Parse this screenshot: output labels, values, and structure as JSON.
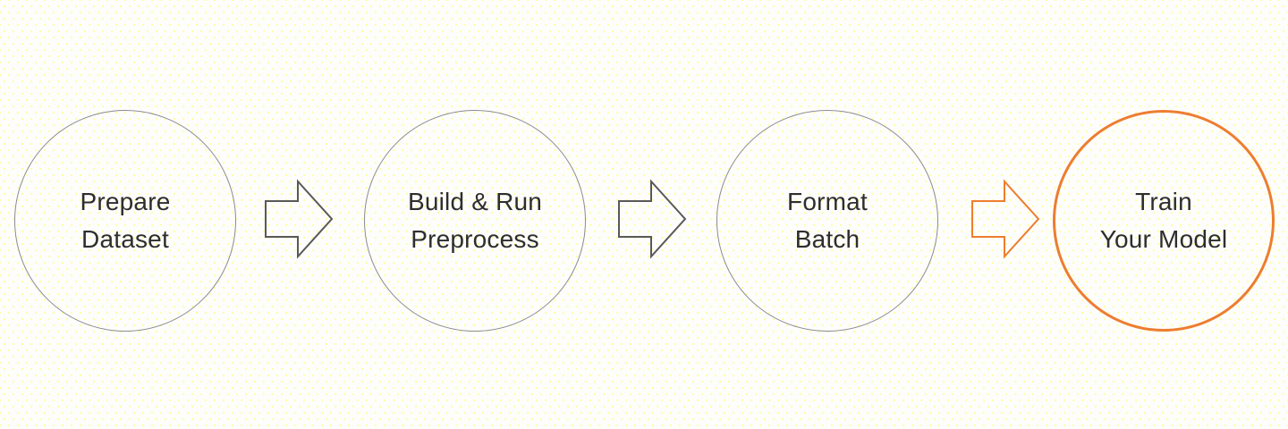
{
  "diagram": {
    "steps": [
      {
        "line1": "Prepare",
        "line2": "Dataset",
        "emphasis": false
      },
      {
        "line1": "Build & Run",
        "line2": "Preprocess",
        "emphasis": false
      },
      {
        "line1": "Format",
        "line2": "Batch",
        "emphasis": false
      },
      {
        "line1": "Train",
        "line2": "Your Model",
        "emphasis": true
      }
    ],
    "arrows": [
      {
        "color": "#595959"
      },
      {
        "color": "#595959"
      },
      {
        "color": "#ED7D31"
      }
    ]
  },
  "theme": {
    "background": "#fdfdfb",
    "dot_color": "#ffff9e",
    "circle_line": "#8b8b93",
    "arrow_line": "#595959",
    "accent_orange": "#ED7D31",
    "text_color": "#2e2e2e"
  }
}
